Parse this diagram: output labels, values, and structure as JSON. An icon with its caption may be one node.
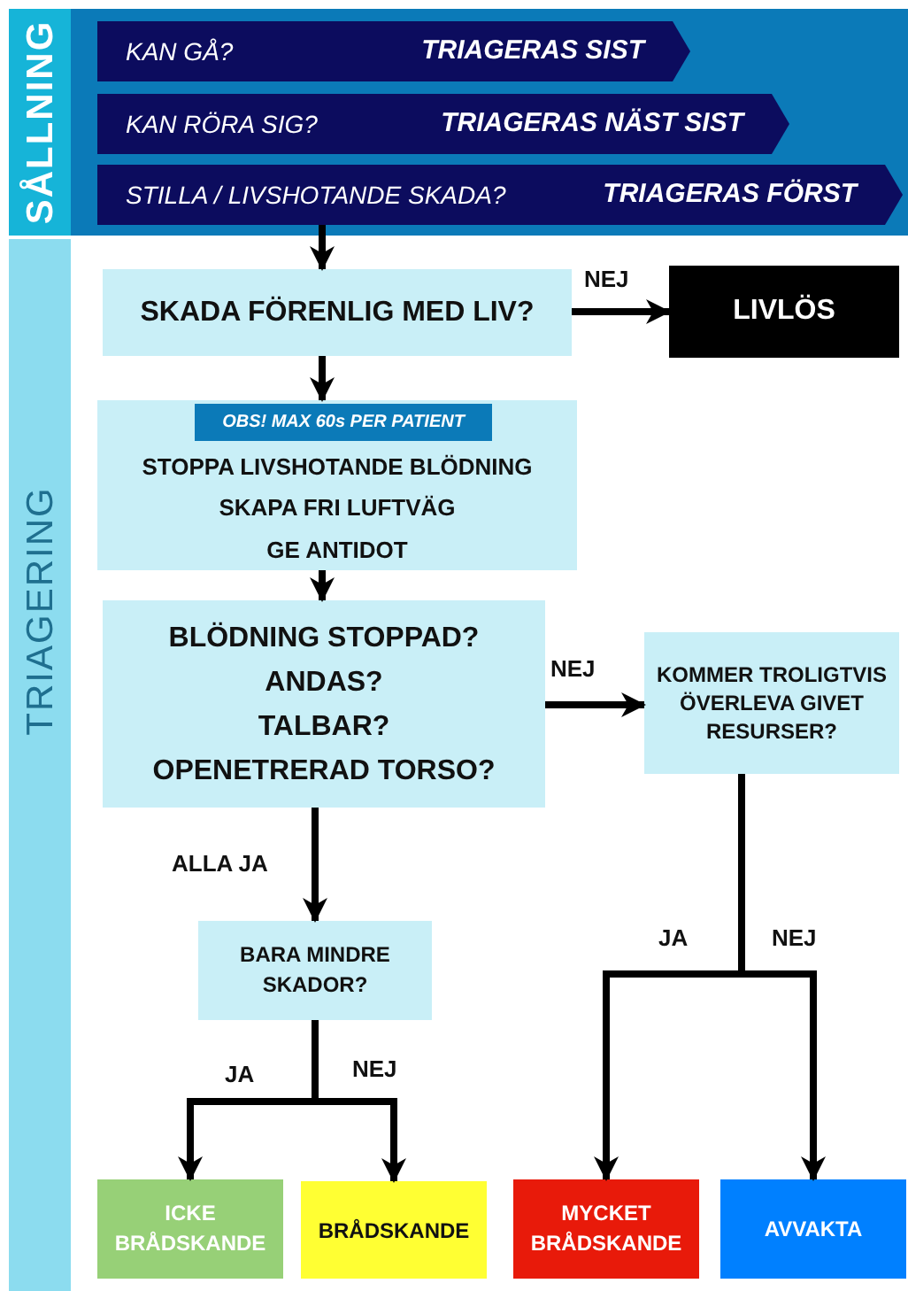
{
  "diagram": {
    "nodes": [
      {
        "text": [
          "SÅLLNING"
        ]
      },
      {
        "text": [
          "KAN GÅ?",
          "TRIAGERAS SIST"
        ],
        "in": 0
      },
      {
        "text": [
          "KAN RÖRA SIG?",
          "TRIAGERAS NÄST SIST"
        ],
        "in": 0
      },
      {
        "text": [
          "STILLA / LIVSHOTANDE SKADA?",
          "TRIAGERAS FÖRST"
        ],
        "in": 0
      },
      {
        "text": [
          "TRIAGERING"
        ]
      },
      {
        "text": [
          "SKADA FÖRENLIG MED LIV?"
        ],
        "in": 4
      },
      {
        "text": [
          "LIVLÖS"
        ],
        "in": 4
      },
      {
        "text": [
          "STOPPA LIVSHOTANDE BLÖDNING",
          "SKAPA FRI LUFTVÄG",
          "GE ANTIDOT"
        ],
        "in": 4
      },
      {
        "text": [
          "OBS! MAX 60s PER PATIENT"
        ],
        "in": 7
      },
      {
        "text": [
          "BLÖDNING STOPPAD?",
          "ANDAS?",
          "TALBAR?",
          "OPENETRERAD TORSO?"
        ],
        "in": 4
      },
      {
        "text": [
          "KOMMER TROLIGTVIS ÖVERLEVA GIVET RESURSER?"
        ],
        "in": 4
      },
      {
        "text": [
          "BARA MINDRE SKADOR?"
        ],
        "in": 4
      },
      {
        "text": [
          "ICKE BRÅDSKANDE"
        ],
        "in": 4
      },
      {
        "text": [
          "BRÅDSKANDE"
        ],
        "in": 4
      },
      {
        "text": [
          "MYCKET BRÅDSKANDE"
        ],
        "in": 4
      },
      {
        "text": [
          "AVVAKTA"
        ],
        "in": 4
      }
    ],
    "edges": [
      {
        "from": 3,
        "to": 5,
        "arrow": "to"
      },
      {
        "from": 5,
        "to": 6,
        "arrow": "to",
        "label": "NEJ"
      },
      {
        "from": 5,
        "to": 7,
        "arrow": "to"
      },
      {
        "from": 7,
        "to": 9,
        "arrow": "to"
      },
      {
        "from": 9,
        "to": 10,
        "arrow": "to",
        "label": "NEJ"
      },
      {
        "from": 9,
        "to": 11,
        "arrow": "to",
        "label": "ALLA JA"
      },
      {
        "from": 11,
        "to": 12,
        "arrow": "to",
        "label": "JA"
      },
      {
        "from": 11,
        "to": 13,
        "arrow": "to",
        "label": "NEJ"
      },
      {
        "from": 10,
        "to": 14,
        "arrow": "to",
        "label": "JA"
      },
      {
        "from": 10,
        "to": 15,
        "arrow": "to",
        "label": "NEJ"
      }
    ]
  }
}
